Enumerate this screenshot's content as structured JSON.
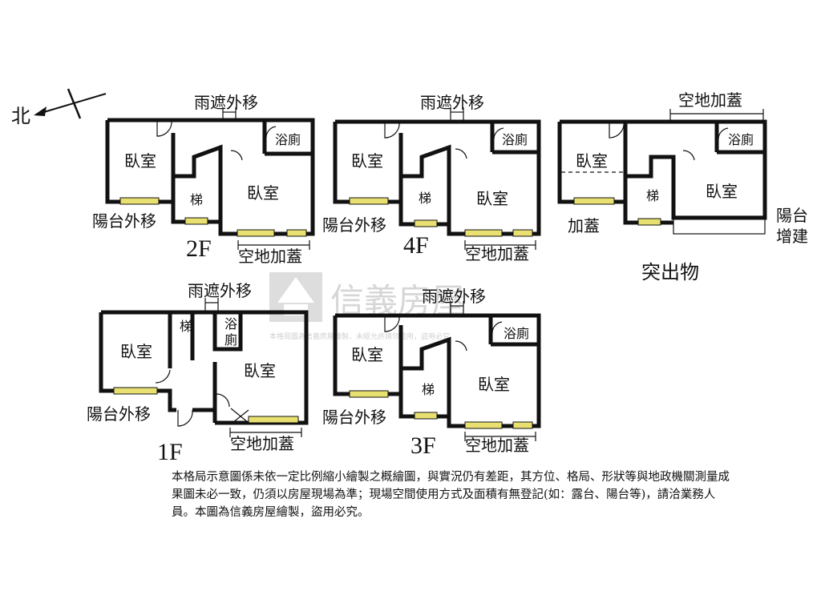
{
  "compass": {
    "label": "北"
  },
  "watermark": {
    "brand": "信義房屋",
    "notice": "本格局圖為信義房屋繪製，未經允許請勿盜用，盜用必究"
  },
  "floors": {
    "f2": {
      "floor": "2F",
      "bedroom_left": "臥室",
      "bedroom_right": "臥室",
      "stairs": "梯",
      "bath": "浴廁",
      "canopy": "雨遮外移",
      "balcony": "陽台外移",
      "addition": "空地加蓋"
    },
    "f4": {
      "floor": "4F",
      "bedroom_left": "臥室",
      "bedroom_right": "臥室",
      "stairs": "梯",
      "bath": "浴廁",
      "canopy": "雨遮外移",
      "balcony": "陽台外移",
      "addition": "空地加蓋"
    },
    "protrusion": {
      "title": "突出物",
      "bedroom_left": "臥室",
      "bedroom_right": "臥室",
      "stairs": "梯",
      "bath": "浴廁",
      "addition_top": "空地加蓋",
      "addition_left": "加蓋",
      "balcony_1": "陽台",
      "balcony_2": "增建"
    },
    "f1": {
      "floor": "1F",
      "bedroom_left": "臥室",
      "bedroom_right": "臥室",
      "stairs": "梯",
      "bath_1": "浴",
      "bath_2": "廁",
      "canopy": "雨遮外移",
      "balcony": "陽台外移",
      "addition": "空地加蓋"
    },
    "f3": {
      "floor": "3F",
      "bedroom_left": "臥室",
      "bedroom_right": "臥室",
      "stairs": "梯",
      "bath": "浴廁",
      "canopy": "雨遮外移",
      "balcony": "陽台外移",
      "addition": "空地加蓋"
    }
  },
  "disclaimer": "本格局示意圖係未依一定比例縮小繪製之概繪圖，與實況仍有差距，其方位、格局、形狀等與地政機關測量成果圖未必一致，仍須以房屋現場為準；現場空間使用方式及面積有無登記(如：露台、陽台等)，請洽業務人員。本圖為信義房屋繪製，盜用必究。"
}
